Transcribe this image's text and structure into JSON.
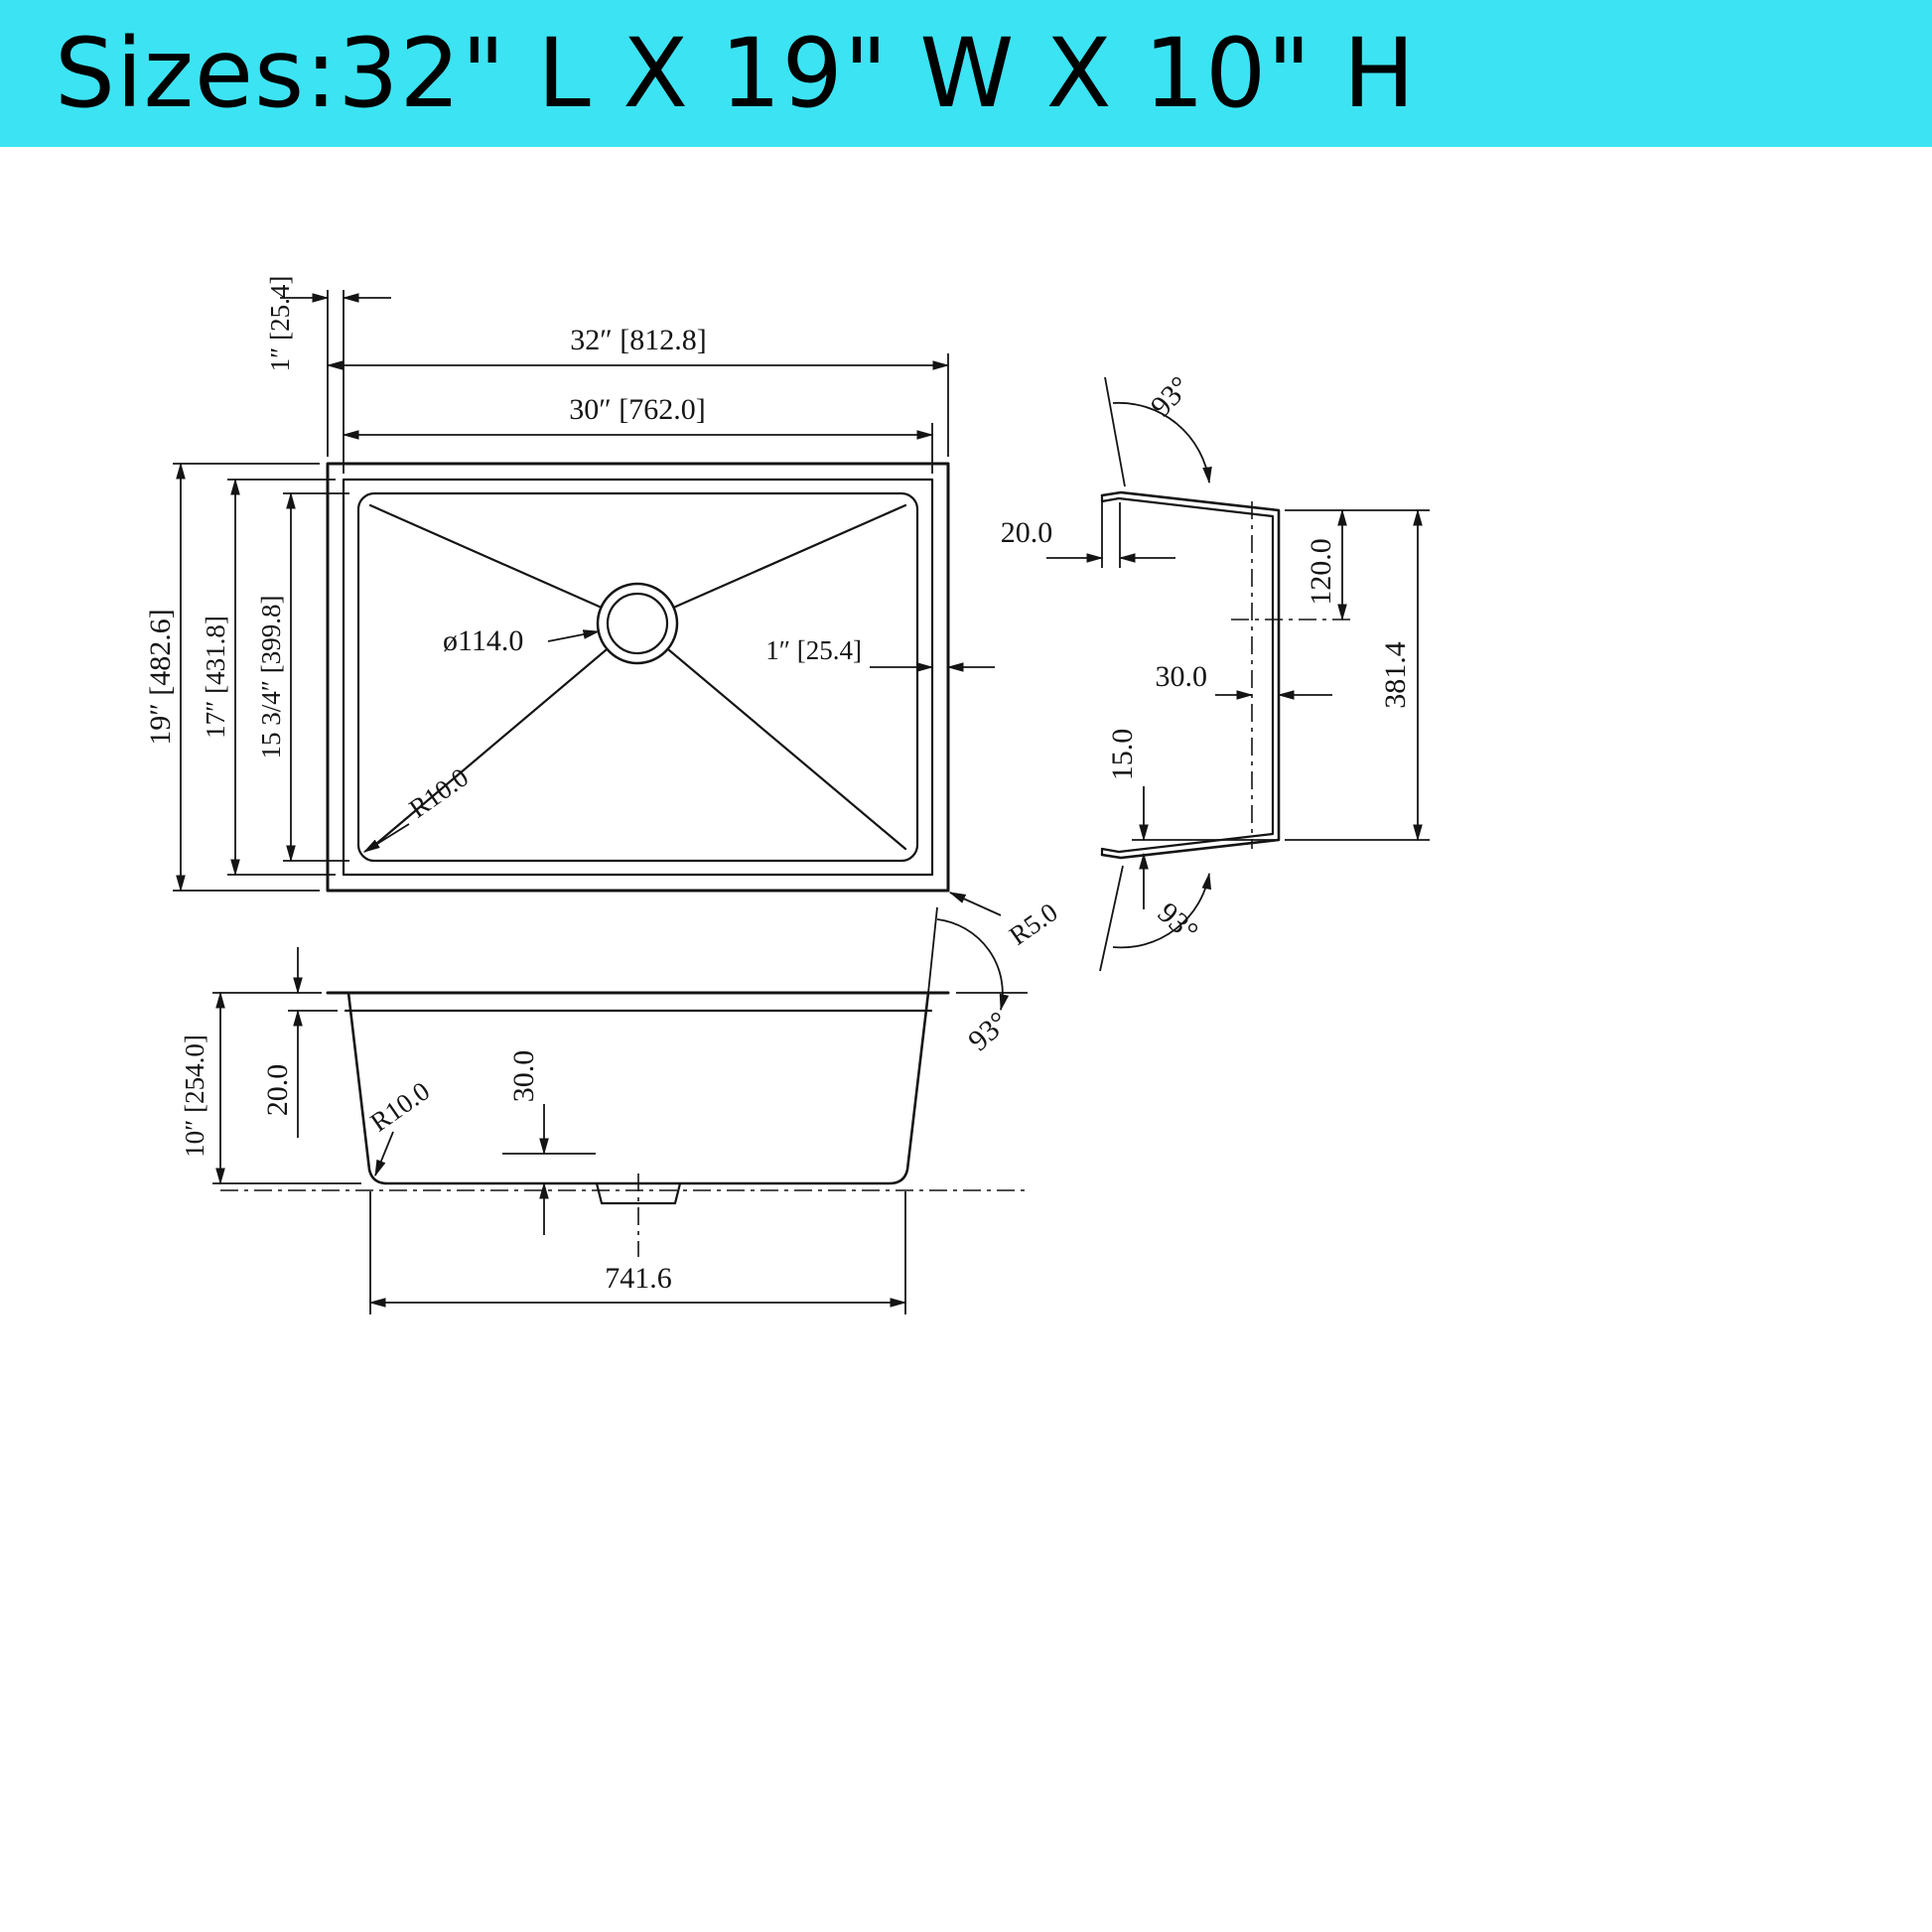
{
  "banner": {
    "title": "Sizes:32\" L X 19\" W X 10\" H"
  },
  "colors": {
    "banner_background": "#3ce3f2",
    "line": "#141414"
  },
  "top_view": {
    "dim_length_outer": "32″ [812.8]",
    "dim_length_inner": "30″ [762.0]",
    "dim_flange_top": "1″ [25.4]",
    "dim_width_outer": "19″ [482.6]",
    "dim_width_inner": "17″ [431.8]",
    "dim_width_bottom": "15 3/4″ [399.8]",
    "dim_drain_diameter": "ø114.0",
    "dim_flange_right": "1″ [25.4]",
    "dim_corner_radius_inner": "R10.0",
    "dim_corner_radius_outer": "R5.0"
  },
  "side_view": {
    "dim_lip_depth": "20.0",
    "dim_angle_top": "93°",
    "dim_drain_offset": "120.0",
    "dim_center_offset": "30.0",
    "dim_bottom_length": "381.4",
    "dim_bottom_gap": "15.0",
    "dim_angle_bottom": "93°"
  },
  "front_view": {
    "dim_depth": "10″ [254.0]",
    "dim_rim_drop": "20.0",
    "dim_bottom_radius": "R10.0",
    "dim_drain_drop": "30.0",
    "dim_wall_angle": "93°",
    "dim_bottom_width": "741.6"
  }
}
